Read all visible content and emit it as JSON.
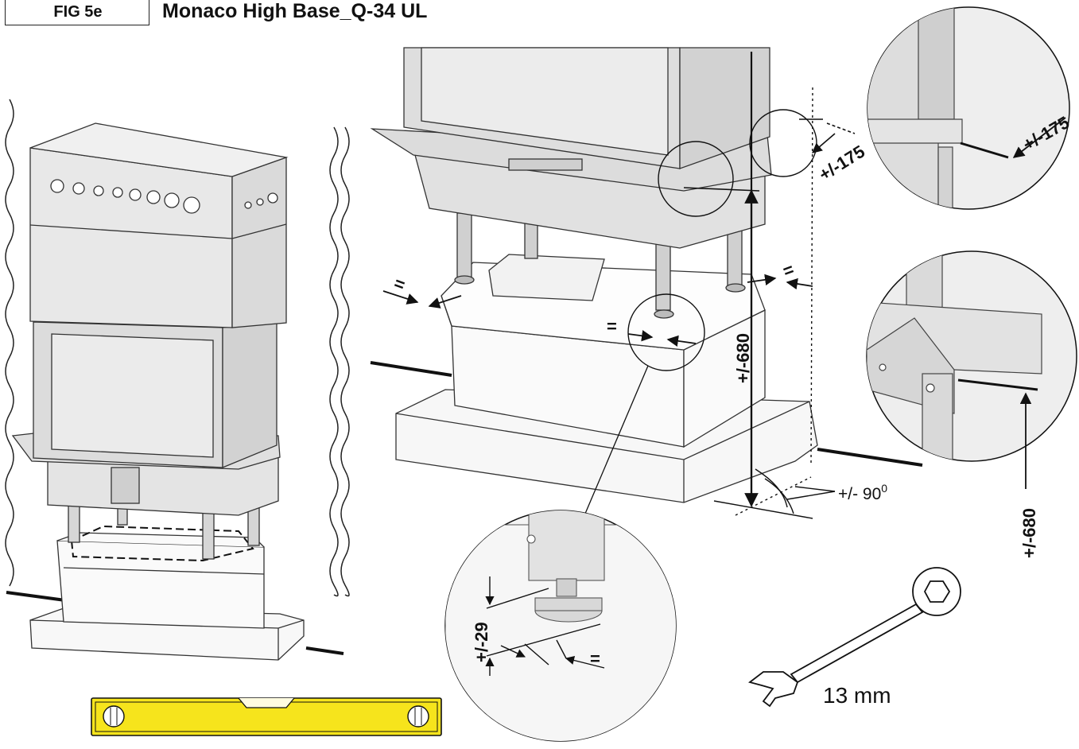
{
  "header": {
    "figure_label": "FIG 5e",
    "title": "Monaco High Base_Q-34 UL"
  },
  "dimensions": {
    "width_adjust_top": "+/-175",
    "width_adjust_detail": "+/-175",
    "height_main": "+/-680",
    "height_detail": "+/-680",
    "angle": "+/- 90",
    "angle_unit": "0",
    "foot_height": "+/-29",
    "equal_sign": "="
  },
  "wrench": {
    "size_label": "13 mm"
  },
  "colors": {
    "level_body": "#f6e41c",
    "stove_panel": "#e9e9e9",
    "stove_glass": "#dcdcdc",
    "base": "#f7f7f7",
    "detail_bg": "#eeeeee",
    "line": "#111111"
  },
  "icons": [
    "spirit-level-icon",
    "wrench-icon"
  ]
}
